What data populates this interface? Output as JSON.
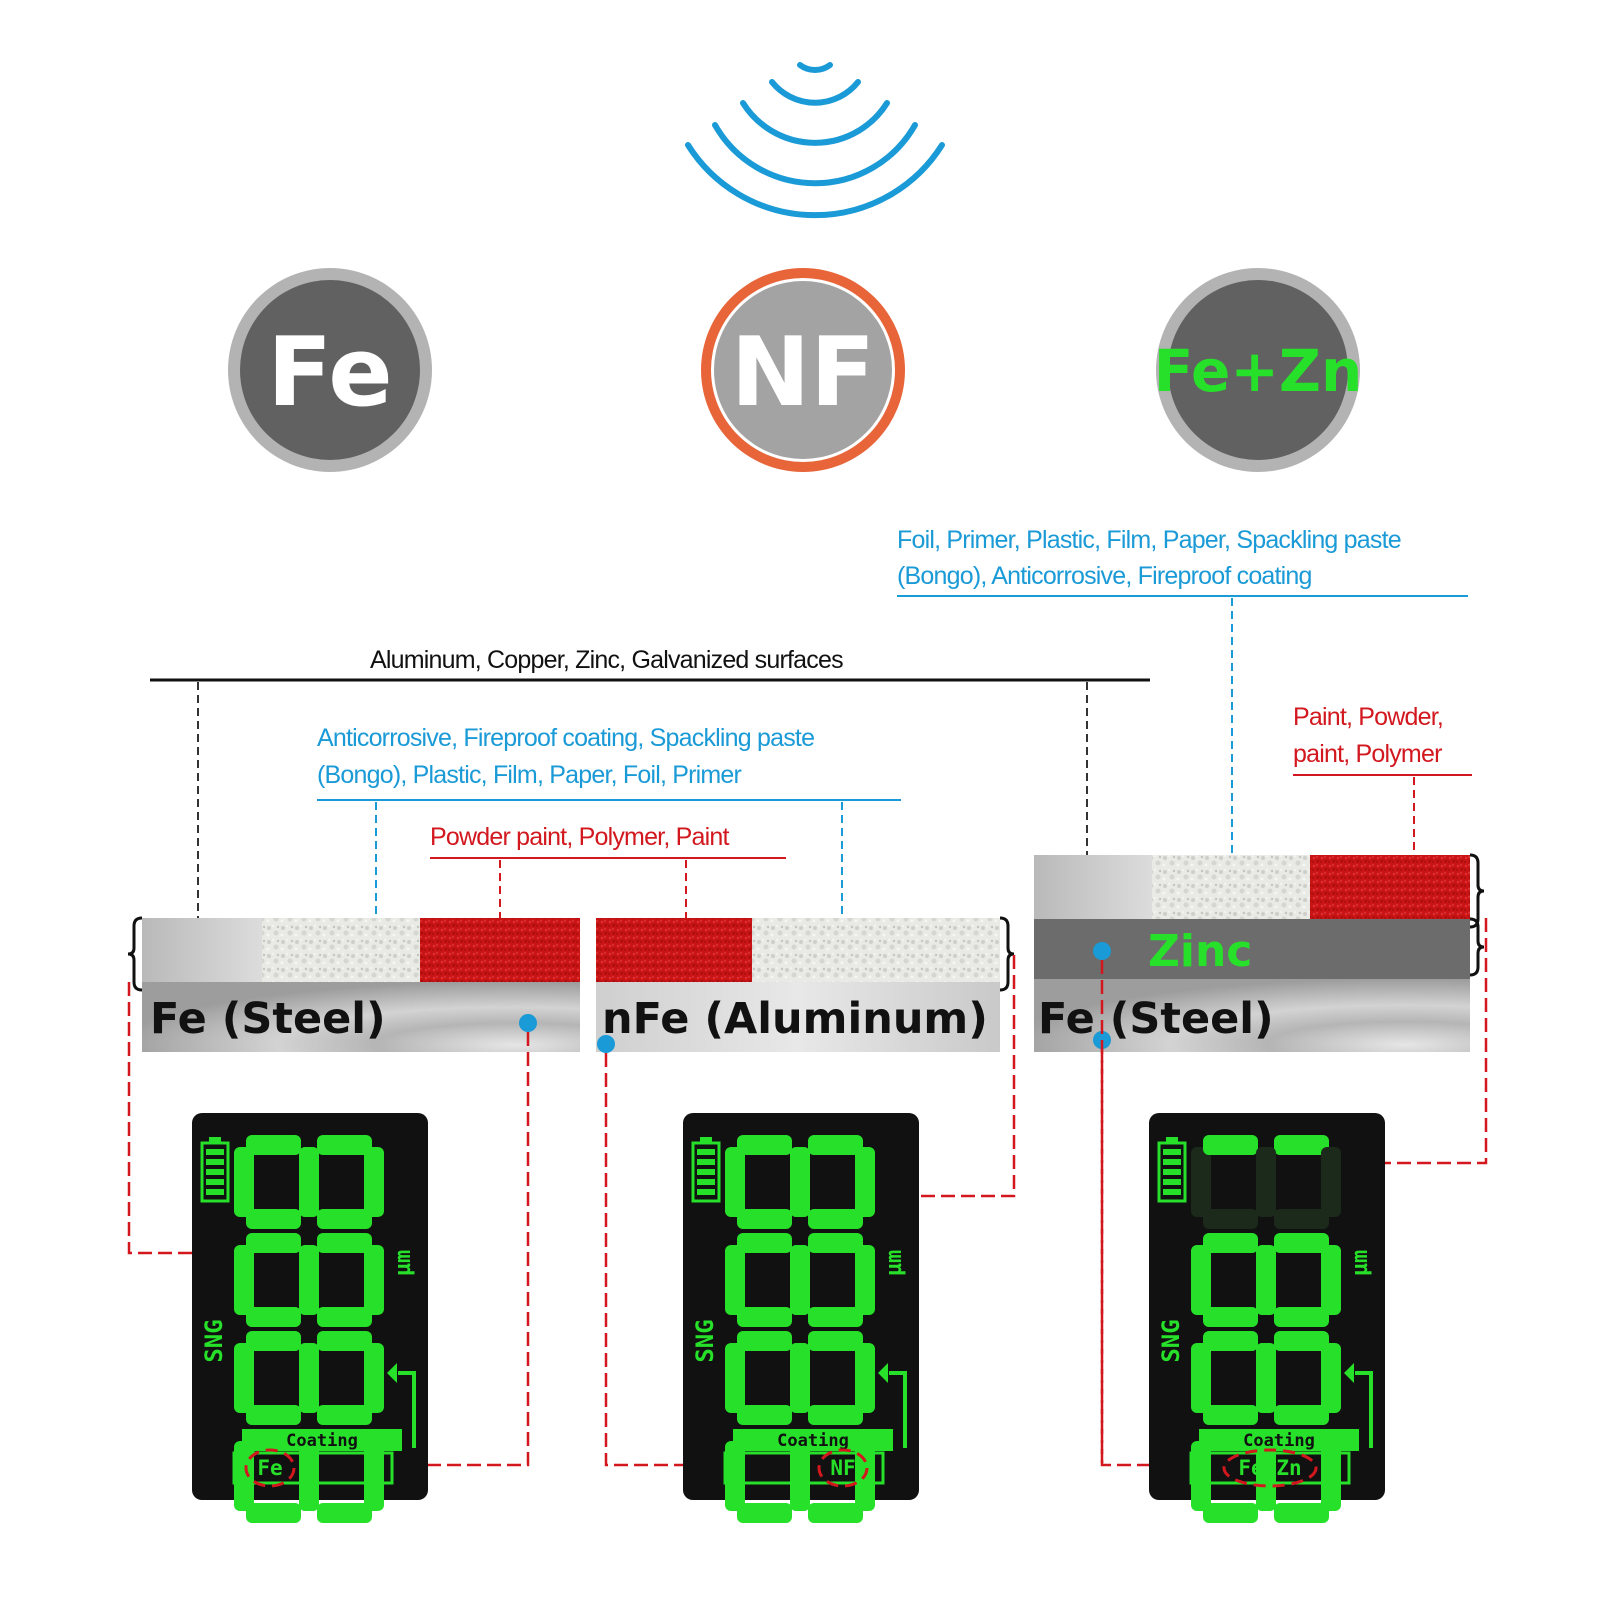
{
  "badges": {
    "fe": "Fe",
    "nf": "NF",
    "fezn": "Fe+Zn"
  },
  "labels": {
    "nonferrous_metals": "Aluminum, Copper, Zinc, Galvanized surfaces",
    "left_soft_coatings": {
      "line1": "Anticorrosive, Fireproof coating, Spackling paste",
      "line2": "(Bongo), Plastic, Film, Paper, Foil, Primer"
    },
    "left_paints": "Powder paint, Polymer, Paint",
    "right_soft_coatings": {
      "line1": "Foil, Primer, Plastic, Film, Paper, Spackling paste",
      "line2": "(Bongo), Anticorrosive, Fireproof coating"
    },
    "right_paints": {
      "line1": "Paint, Powder,",
      "line2": "paint, Polymer"
    }
  },
  "substrates": {
    "steel_1": "Fe (Steel)",
    "aluminum": "nFe (Aluminum)",
    "zinc": "Zinc",
    "steel_2": "Fe (Steel)"
  },
  "displays": [
    {
      "digits": "8888",
      "mode": "Fe",
      "coating": "Coating",
      "unit": "µm",
      "side": "SNG"
    },
    {
      "digits": "8888",
      "mode": "NF",
      "coating": "Coating",
      "unit": "µm",
      "side": "SNG"
    },
    {
      "digits": "1888",
      "mode": "Fe+Zn",
      "coating": "Coating",
      "unit": "µm",
      "side": "SNG"
    }
  ],
  "colors": {
    "signal_blue": "#1a9ad6",
    "label_red": "#d2181e",
    "lcd_green": "#27e02a",
    "nf_ring": "#e8653a",
    "badge_gray": "#616161"
  }
}
